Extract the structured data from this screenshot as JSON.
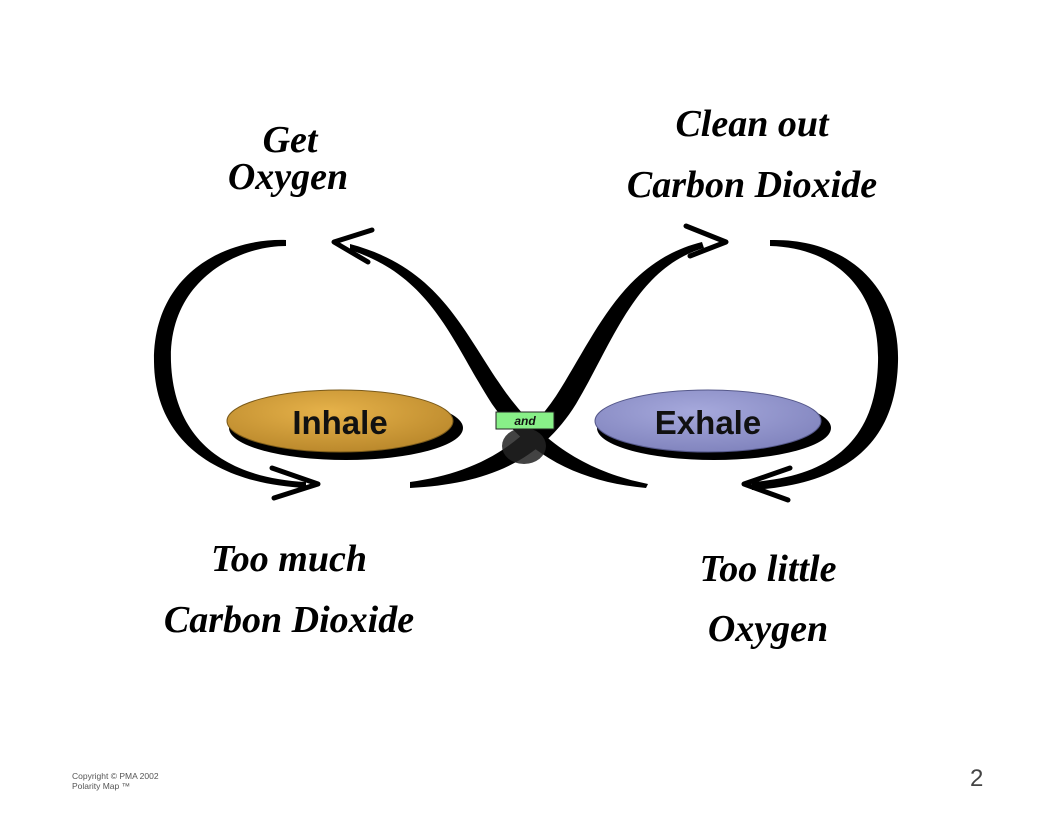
{
  "quadrants": {
    "top_left": {
      "line1": "Get",
      "line2": "Oxygen"
    },
    "top_right": {
      "line1": "Clean out",
      "line2": "Carbon Dioxide"
    },
    "bottom_left": {
      "line1": "Too much",
      "line2": "Carbon Dioxide"
    },
    "bottom_right": {
      "line1": "Too little",
      "line2": "Oxygen"
    }
  },
  "poles": {
    "left": {
      "label": "Inhale",
      "color": "#cc9933"
    },
    "right": {
      "label": "Exhale",
      "color": "#8c8fc8"
    }
  },
  "connector": {
    "label": "and",
    "color": "#88f088"
  },
  "footer": {
    "copyright_line1": "Copyright © PMA 2002",
    "copyright_line2": "Polarity Map ™",
    "page_number": "2"
  }
}
